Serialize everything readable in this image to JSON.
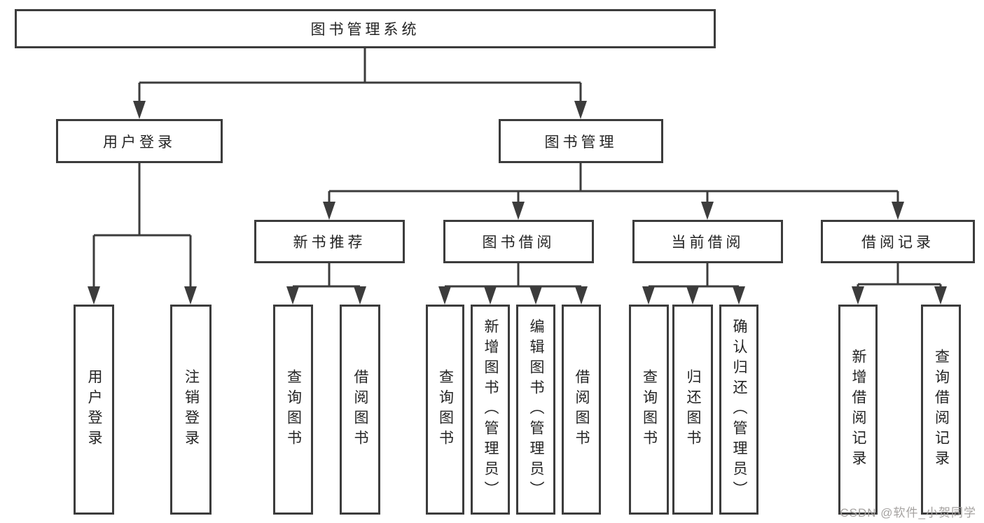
{
  "diagram_title": "图书管理系统",
  "tree": {
    "label": "图书管理系统",
    "children": [
      {
        "label": "用户登录",
        "children": [
          {
            "label": "用户登录"
          },
          {
            "label": "注销登录"
          }
        ]
      },
      {
        "label": "图书管理",
        "children": [
          {
            "label": "新书推荐",
            "children": [
              {
                "label": "查询图书"
              },
              {
                "label": "借阅图书"
              }
            ]
          },
          {
            "label": "图书借阅",
            "children": [
              {
                "label": "查询图书"
              },
              {
                "label": "新增图书（管理员）"
              },
              {
                "label": "编辑图书（管理员）"
              },
              {
                "label": "借阅图书"
              }
            ]
          },
          {
            "label": "当前借阅",
            "children": [
              {
                "label": "查询图书"
              },
              {
                "label": "归还图书"
              },
              {
                "label": "确认归还（管理员）"
              }
            ]
          },
          {
            "label": "借阅记录",
            "children": [
              {
                "label": "新增借阅记录"
              },
              {
                "label": "查询借阅记录"
              }
            ]
          }
        ]
      }
    ]
  },
  "watermark": "CSDN @软件_小贺同学",
  "colors": {
    "line": "#3c3c3c",
    "text": "#242424",
    "background": "#ffffff",
    "watermark": "#a5a2a0"
  }
}
